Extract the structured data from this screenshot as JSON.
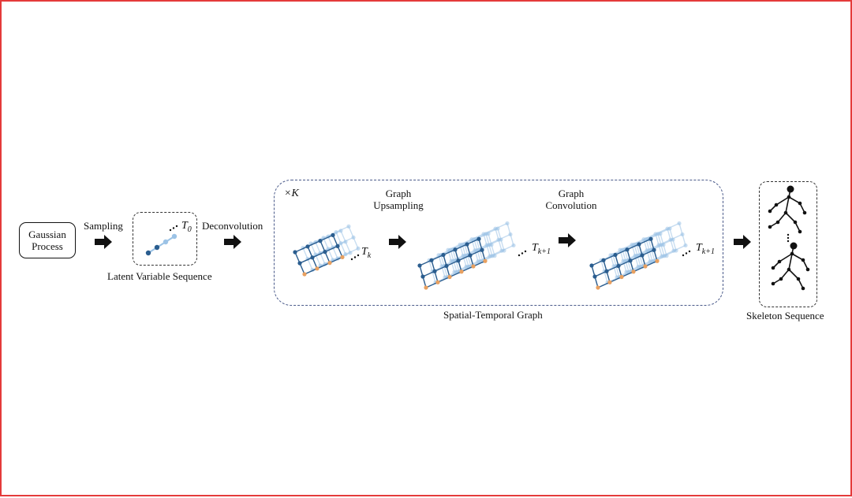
{
  "nodes": {
    "gaussian_process": "Gaussian\nProcess",
    "latent_variable_sequence": "Latent Variable Sequence",
    "spatial_temporal_graph": "Spatial-Temporal Graph",
    "skeleton_sequence": "Skeleton Sequence"
  },
  "edges": {
    "sampling": "Sampling",
    "deconvolution": "Deconvolution"
  },
  "stages": {
    "repeat": "×K",
    "graph_upsampling": "Graph\nUpsampling",
    "graph_convolution": "Graph\nConvolution"
  },
  "symbols": {
    "t0_base": "T",
    "t0_sub": "0",
    "tk_base": "T",
    "tk_sub": "k",
    "tk1_base": "T",
    "tk1_sub": "k+1"
  },
  "colors": {
    "frame": "#e43b3b",
    "node_dark": "#2a5d8f",
    "node_light": "#9cc3e6",
    "node_orange": "#e8a060",
    "arrow": "#111111"
  }
}
